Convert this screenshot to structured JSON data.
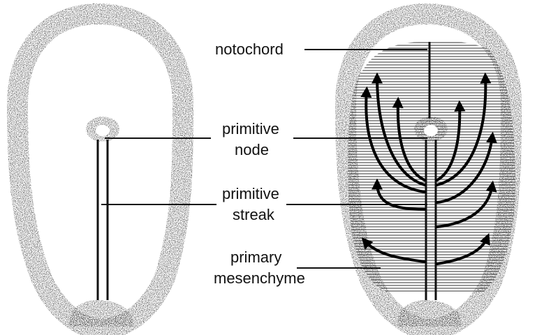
{
  "labels": {
    "notochord": "notochord",
    "primitive_node": [
      "primitive",
      "node"
    ],
    "primitive_streak": [
      "primitive",
      "streak"
    ],
    "primary_mesenchyme": [
      "primary",
      "mesenchyme"
    ]
  },
  "colors": {
    "ink": "#111111",
    "stipple_dark": "#1a1a1a",
    "hatch": "#555555",
    "background": "#ffffff"
  }
}
